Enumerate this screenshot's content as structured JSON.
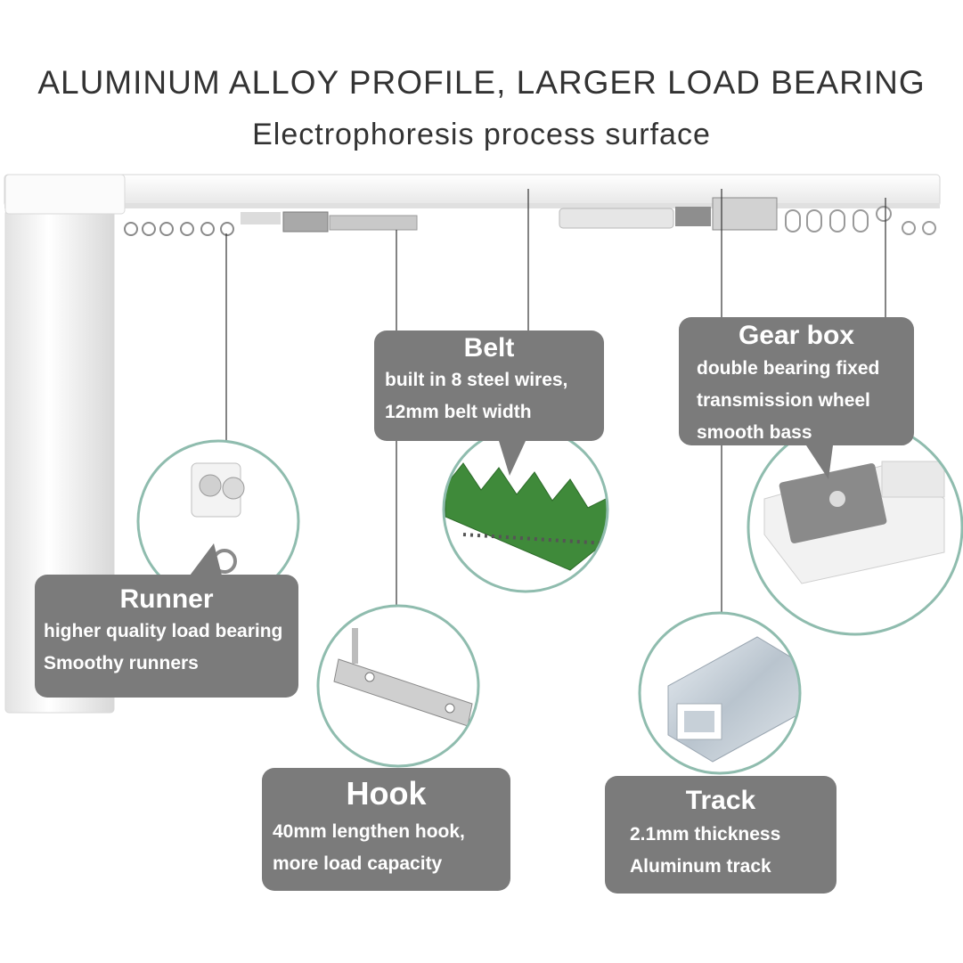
{
  "headline": {
    "title": "ALUMINUM ALLOY PROFILE, LARGER LOAD BEARING",
    "subtitle": "Electrophoresis process surface"
  },
  "callouts": {
    "belt": {
      "title": "Belt",
      "line1": "built in 8 steel wires,",
      "line2": "12mm belt width"
    },
    "gear_box": {
      "title": "Gear box",
      "line1": "double bearing fixed",
      "line2": "transmission wheel",
      "line3": "smooth bass"
    },
    "runner": {
      "title": "Runner",
      "line1": "higher quality load bearing",
      "line2": "Smoothy runners"
    },
    "hook": {
      "title": "Hook",
      "line1": "40mm lengthen hook,",
      "line2": "more load capacity"
    },
    "track": {
      "title": "Track",
      "line1": "2.1mm thickness",
      "line2": "Aluminum track"
    }
  },
  "colors": {
    "text_dark": "#333333",
    "callout_bg": "#7b7b7b",
    "circle_border": "#8fbcae",
    "belt_green": "#3f8a3a",
    "rail_white": "#f4f4f4"
  }
}
